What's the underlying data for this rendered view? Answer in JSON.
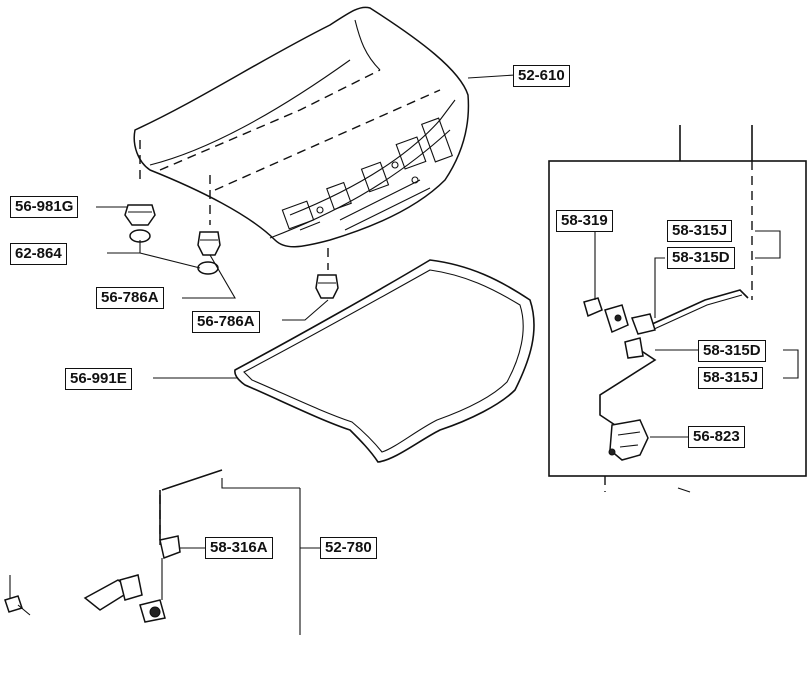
{
  "parts": [
    {
      "key": "p1",
      "number": "52-610"
    },
    {
      "key": "p2",
      "number": "56-981G"
    },
    {
      "key": "p3",
      "number": "62-864"
    },
    {
      "key": "p4",
      "number": "56-786A"
    },
    {
      "key": "p5",
      "number": "56-786A"
    },
    {
      "key": "p6",
      "number": "56-991E"
    },
    {
      "key": "p7",
      "number": "58-319"
    },
    {
      "key": "p8",
      "number": "58-315J"
    },
    {
      "key": "p9",
      "number": "58-315D"
    },
    {
      "key": "p10",
      "number": "58-315D"
    },
    {
      "key": "p11",
      "number": "58-315J"
    },
    {
      "key": "p12",
      "number": "56-823"
    },
    {
      "key": "p13",
      "number": "58-316A"
    },
    {
      "key": "p14",
      "number": "52-780"
    }
  ]
}
